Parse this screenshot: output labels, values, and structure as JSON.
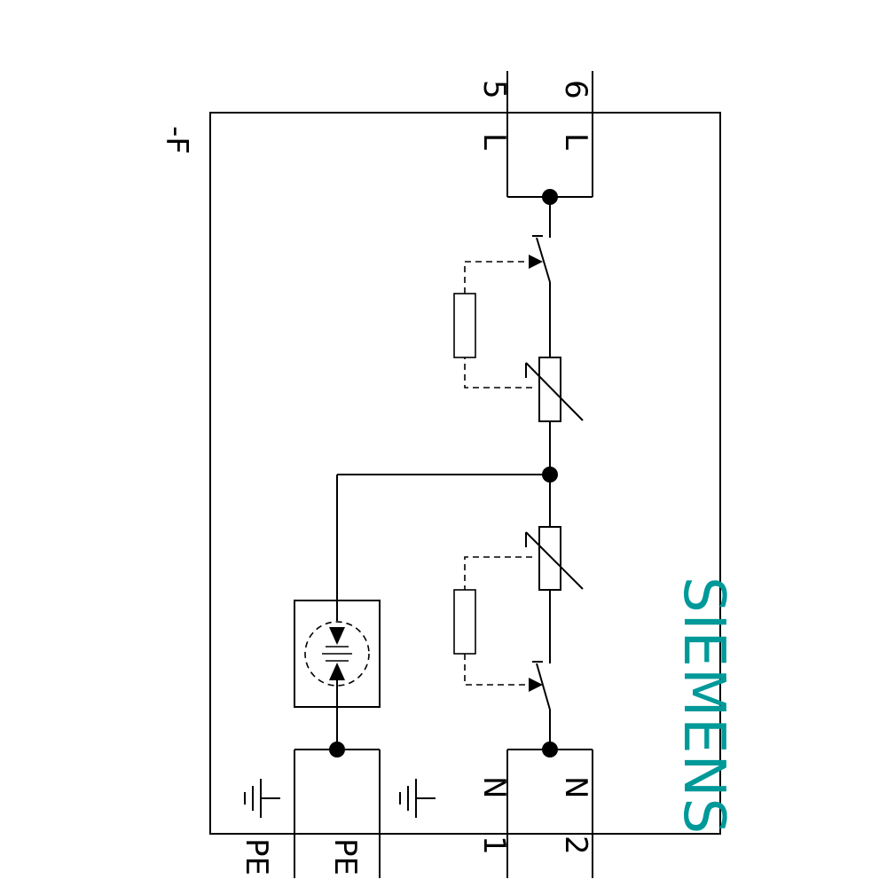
{
  "device": {
    "designation": "-F"
  },
  "terminals": {
    "top_row": {
      "pe": "PE",
      "n": "1",
      "l": "5"
    },
    "bottom_row": {
      "pe": "PE",
      "n": "2",
      "l": "6"
    },
    "inner": {
      "pe_ground_left": "earth",
      "pe_ground_right": "earth",
      "n_outer": "N",
      "n_inner": "N",
      "l_outer": "L",
      "l_inner": "L"
    }
  },
  "brand": {
    "name": "SIEMENS",
    "color": "#009999"
  },
  "icons": [
    "ground-icon",
    "varistor-icon",
    "resistor-icon",
    "switch-icon",
    "spark-gap-icon"
  ]
}
